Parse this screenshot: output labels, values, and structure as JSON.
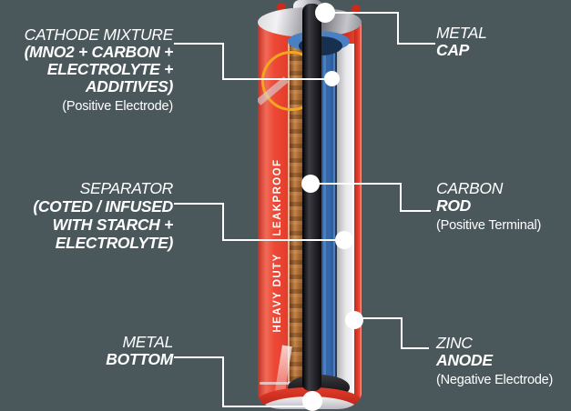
{
  "background_color": "#4a585c",
  "leader_line_color": "#ffffff",
  "battery": {
    "vertical_label_top": "LEAKPROOF",
    "vertical_label_bottom": "HEAVY DUTY",
    "casing_red": "#e23b2a",
    "separator_blue": "#3566a8",
    "cathode_brown": "#a0622d",
    "carbon_rod_black": "#232327",
    "metal_silver": "#c8c8cc",
    "label_ring_yellow": "#f2a71f"
  },
  "callouts": {
    "cathode_mixture": {
      "line1": "CATHODE MIXTURE",
      "line2": "(MNO2 + CARBON +",
      "line3": "ELECTROLYTE +",
      "line4": "ADDITIVES)",
      "note": "(Positive Electrode)"
    },
    "separator": {
      "line1": "SEPARATOR",
      "line2": "(COTED / INFUSED",
      "line3": "WITH STARCH +",
      "line4": "ELECTROLYTE)"
    },
    "metal_bottom": {
      "line1": "METAL",
      "line2": "BOTTOM"
    },
    "metal_cap": {
      "line1": "METAL",
      "line2": "CAP"
    },
    "carbon_rod": {
      "line1": "CARBON",
      "line2": "ROD",
      "note": "(Positive Terminal)"
    },
    "zinc_anode": {
      "line1": "ZINC",
      "line2": "ANODE",
      "note": "(Negative Electrode)"
    }
  }
}
